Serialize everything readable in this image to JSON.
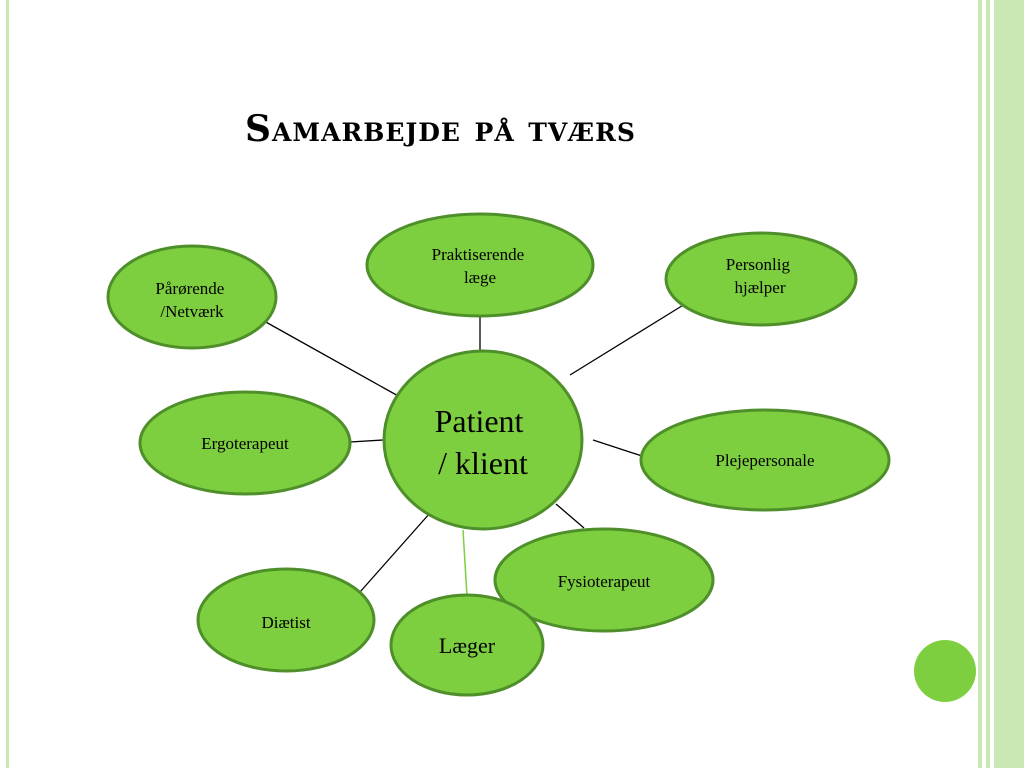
{
  "slide": {
    "title": "Samarbejde på tværs"
  },
  "diagram": {
    "center": {
      "label_lines": [
        "Patient",
        "/ klient"
      ]
    },
    "nodes": [
      {
        "id": "praktiserende-laege",
        "label_lines": [
          "Praktiserende",
          "læge"
        ]
      },
      {
        "id": "personlig-hjaelper",
        "label_lines": [
          "Personlig",
          "hjælper"
        ]
      },
      {
        "id": "paaroerende-netvaerk",
        "label_lines": [
          "Pårørende",
          "/Netværk"
        ]
      },
      {
        "id": "ergoterapeut",
        "label_lines": [
          "Ergoterapeut"
        ]
      },
      {
        "id": "plejepersonale",
        "label_lines": [
          "Plejepersonale"
        ]
      },
      {
        "id": "fysioterapeut",
        "label_lines": [
          "Fysioterapeut"
        ]
      },
      {
        "id": "diaetist",
        "label_lines": [
          "Diætist"
        ]
      },
      {
        "id": "laeger",
        "label_lines": [
          "Læger"
        ]
      }
    ]
  },
  "colors": {
    "node_fill": "#7ecf3f",
    "node_stroke": "#4e8f2a",
    "connector": "#000000",
    "connector_highlight": "#7ecf3f",
    "frame_green": "#c9e8b4"
  }
}
